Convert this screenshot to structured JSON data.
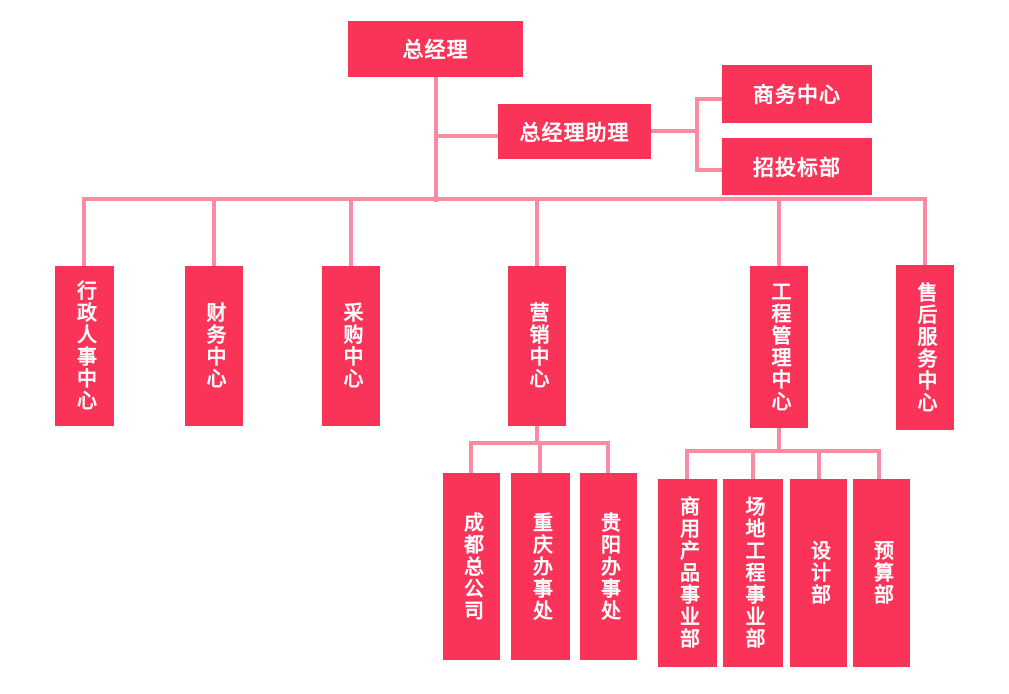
{
  "diagram": {
    "type": "org-chart",
    "colors": {
      "node_fill": "#fa3458",
      "node_text": "#ffffff",
      "connector": "#fa8ba3",
      "background": "#ffffff"
    },
    "nodes": {
      "gm": {
        "label": "总经理"
      },
      "assistant": {
        "label": "总经理助理"
      },
      "business": {
        "label": "商务中心"
      },
      "bidding": {
        "label": "招投标部"
      },
      "admin_hr": {
        "label": "行政人事中心"
      },
      "finance": {
        "label": "财务中心"
      },
      "procurement": {
        "label": "采购中心"
      },
      "marketing": {
        "label": "营销中心"
      },
      "engineering": {
        "label": "工程管理中心"
      },
      "aftersales": {
        "label": "售后服务中心"
      },
      "chengdu": {
        "label": "成都总公司"
      },
      "chongqing": {
        "label": "重庆办事处"
      },
      "guiyang": {
        "label": "贵阳办事处"
      },
      "commercial": {
        "label": "商用产品事业部"
      },
      "site_eng": {
        "label": "场地工程事业部"
      },
      "design": {
        "label": "设计部"
      },
      "budget": {
        "label": "预算部"
      }
    },
    "edges": [
      [
        "gm",
        "assistant"
      ],
      [
        "assistant",
        "business"
      ],
      [
        "assistant",
        "bidding"
      ],
      [
        "gm",
        "admin_hr"
      ],
      [
        "gm",
        "finance"
      ],
      [
        "gm",
        "procurement"
      ],
      [
        "gm",
        "marketing"
      ],
      [
        "gm",
        "engineering"
      ],
      [
        "gm",
        "aftersales"
      ],
      [
        "marketing",
        "chengdu"
      ],
      [
        "marketing",
        "chongqing"
      ],
      [
        "marketing",
        "guiyang"
      ],
      [
        "engineering",
        "commercial"
      ],
      [
        "engineering",
        "site_eng"
      ],
      [
        "engineering",
        "design"
      ],
      [
        "engineering",
        "budget"
      ]
    ]
  }
}
